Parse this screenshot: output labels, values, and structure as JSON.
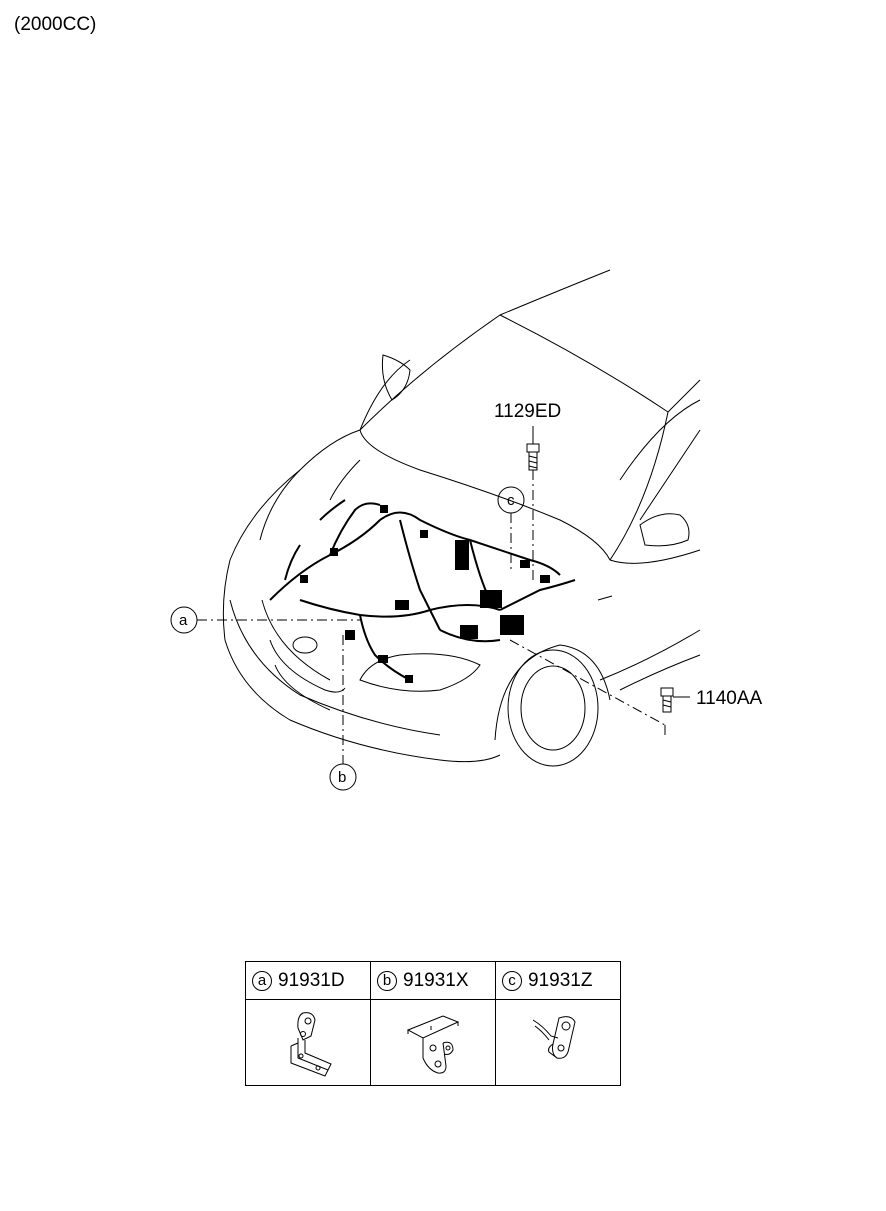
{
  "engine_label": "(2000CC)",
  "parts": {
    "bolt_top": "1129ED",
    "bolt_side": "1140AA"
  },
  "callouts": {
    "a": "a",
    "b": "b",
    "c": "c"
  },
  "legend": [
    {
      "letter": "a",
      "code": "91931D",
      "icon": "bracket-a-icon"
    },
    {
      "letter": "b",
      "code": "91931X",
      "icon": "bracket-b-icon"
    },
    {
      "letter": "c",
      "code": "91931Z",
      "icon": "clip-c-icon"
    }
  ]
}
